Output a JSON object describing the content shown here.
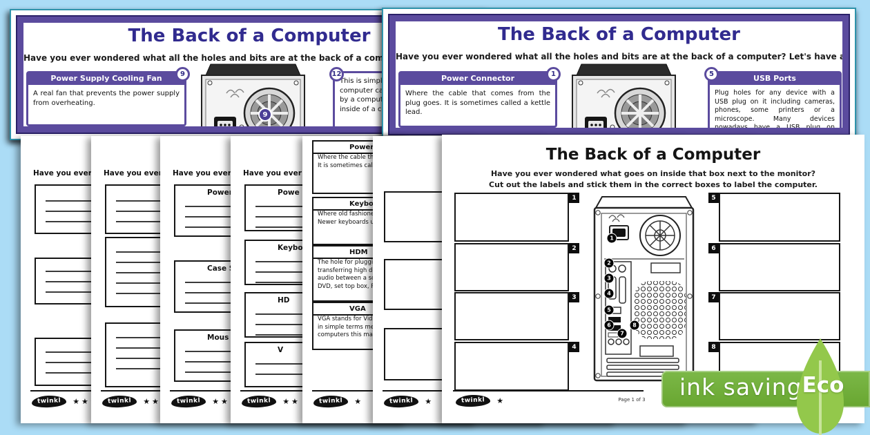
{
  "colors": {
    "background": "#abdcf6",
    "purple_accent": "#5b4b9e",
    "purple_title": "#312b8f",
    "teal_page_edge": "#2e93ab",
    "eco_bar_green": "#74b33c",
    "eco_leaf_green": "#93c84b"
  },
  "top_sheets": {
    "left": {
      "title": "The Back of a Computer",
      "subtitle": "Have you ever wondered what all the holes and bits are at the back of a computer? Let's have a look...",
      "card_left": {
        "num": "9",
        "heading": "Power Supply Cooling Fan",
        "body": "A real fan that prevents the power supply from overheating."
      },
      "card_right": {
        "num": "12",
        "line1": "This is simply",
        "line2": "computer case t",
        "line3": "by a computer",
        "line4": "inside of a comp"
      },
      "fan_badge": "9"
    },
    "right": {
      "title": "The Back of a Computer",
      "subtitle": "Have you ever wondered what all the holes and bits are at the back of a computer? Let's have a look...",
      "card_left": {
        "num": "1",
        "heading": "Power Connector",
        "body": "Where the cable that comes from the plug goes. It is sometimes called a kettle lead."
      },
      "card_right": {
        "num": "5",
        "heading": "USB Ports",
        "body": "Plug holes for any device with a USB plug on it including cameras, phones, some printers or a microscope. Many devices nowadays have a USB plug on them."
      },
      "socket_badge": "1"
    }
  },
  "stack_pages": [
    {
      "frag": "Have you ever wo",
      "brand": "twinkl",
      "stars": "★★★"
    },
    {
      "frag": "Have you ever wo",
      "brand": "twinkl",
      "stars": "★★★"
    },
    {
      "frag": "Have you ever w",
      "brand": "twinkl",
      "stars": "★★",
      "headers": [
        "Power Sup",
        "Case Sup",
        "Mous"
      ]
    },
    {
      "frag": "Have you ever wo",
      "brand": "twinkl",
      "stars": "★★",
      "headers": [
        "Powe",
        "Keyboa",
        "HD",
        "V"
      ]
    },
    {
      "brand": "twinkl",
      "stars": "★",
      "cards": [
        {
          "title": "Power C",
          "lines": [
            "Where the cable that c",
            "It is sometimes called"
          ]
        },
        {
          "title": "Keyboard",
          "lines": [
            "Where old fashioned",
            "Newer keyboards use U"
          ]
        },
        {
          "title": "HDM",
          "lines": [
            "The hole for plugging",
            "transferring high def",
            "audio between a scre",
            "DVD, set top box, PS3"
          ]
        },
        {
          "title": "VGA",
          "lines": [
            "VGA stands for Video",
            "in simple terms mean",
            "computers this may be"
          ]
        }
      ]
    },
    {
      "brand": "twinkl",
      "stars": "★"
    }
  ],
  "front_page": {
    "title": "The Back of a Computer",
    "subtitle1": "Have you ever wondered what goes on inside that box next to the monitor?",
    "subtitle2": "Cut out the labels and stick them in the correct boxes to label the computer.",
    "left_tags": [
      "1",
      "2",
      "3",
      "4"
    ],
    "right_tags": [
      "5",
      "6",
      "7",
      "8"
    ],
    "tower_badges": [
      "1",
      "2",
      "3",
      "4",
      "5",
      "6",
      "7",
      "8"
    ],
    "brand": "twinkl",
    "stars": "★",
    "page_number": "Page 1 of 3"
  },
  "eco": {
    "bar_label": "ink saving",
    "leaf_label": "Eco"
  }
}
